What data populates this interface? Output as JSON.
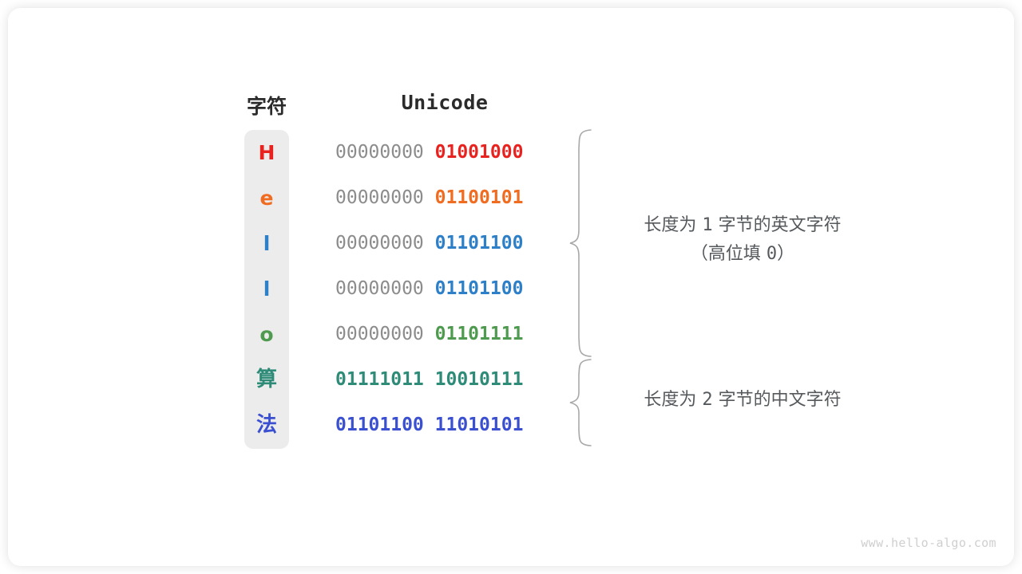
{
  "headers": {
    "character": "字符",
    "unicode": "Unicode"
  },
  "colors": {
    "red": "#e8231f",
    "orange": "#ef6c20",
    "blue": "#2d80c8",
    "green": "#4e9a4e",
    "teal": "#2e8b78",
    "royal_blue": "#3b50d0",
    "padding_grey": "#8c8c8c",
    "column_bg": "#ececec",
    "annotation": "#55595c",
    "brace": "#a8a8a8"
  },
  "rows": [
    {
      "char": "H",
      "script": "latin",
      "high_byte": "00000000",
      "low_byte": "01001000",
      "high_is_padding": true,
      "color": "#e8231f"
    },
    {
      "char": "e",
      "script": "latin",
      "high_byte": "00000000",
      "low_byte": "01100101",
      "high_is_padding": true,
      "color": "#ef6c20"
    },
    {
      "char": "l",
      "script": "latin",
      "high_byte": "00000000",
      "low_byte": "01101100",
      "high_is_padding": true,
      "color": "#2d80c8"
    },
    {
      "char": "l",
      "script": "latin",
      "high_byte": "00000000",
      "low_byte": "01101100",
      "high_is_padding": true,
      "color": "#2d80c8"
    },
    {
      "char": "o",
      "script": "latin",
      "high_byte": "00000000",
      "low_byte": "01101111",
      "high_is_padding": true,
      "color": "#4e9a4e"
    },
    {
      "char": "算",
      "script": "cjk",
      "high_byte": "01111011",
      "low_byte": "10010111",
      "high_is_padding": false,
      "color": "#2e8b78"
    },
    {
      "char": "法",
      "script": "cjk",
      "high_byte": "01101100",
      "low_byte": "11010101",
      "high_is_padding": false,
      "color": "#3b50d0"
    }
  ],
  "annotations": [
    {
      "line1_prefix": "长度为 ",
      "line1_number": "1",
      "line1_suffix": " 字节的英文字符",
      "line2_prefix": "（高位填 ",
      "line2_number": "0",
      "line2_suffix": "）"
    },
    {
      "line1_prefix": "长度为 ",
      "line1_number": "2",
      "line1_suffix": " 字节的中文字符",
      "line2_prefix": "",
      "line2_number": "",
      "line2_suffix": ""
    }
  ],
  "watermark": "www.hello-algo.com"
}
